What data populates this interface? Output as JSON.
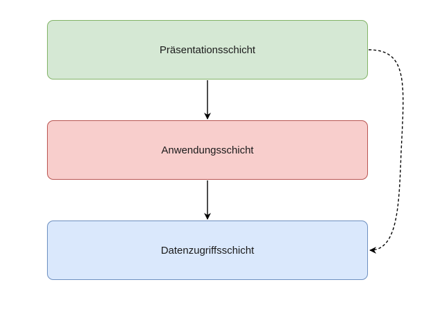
{
  "layers": [
    {
      "label": "Präsentationsschicht",
      "fill": "#d5e8d4",
      "stroke": "#82b366"
    },
    {
      "label": "Anwendungsschicht",
      "fill": "#f8cecc",
      "stroke": "#b85450"
    },
    {
      "label": "Datenzugriffsschicht",
      "fill": "#dae8fc",
      "stroke": "#6c8ebf"
    }
  ],
  "connector_color": "#000000"
}
